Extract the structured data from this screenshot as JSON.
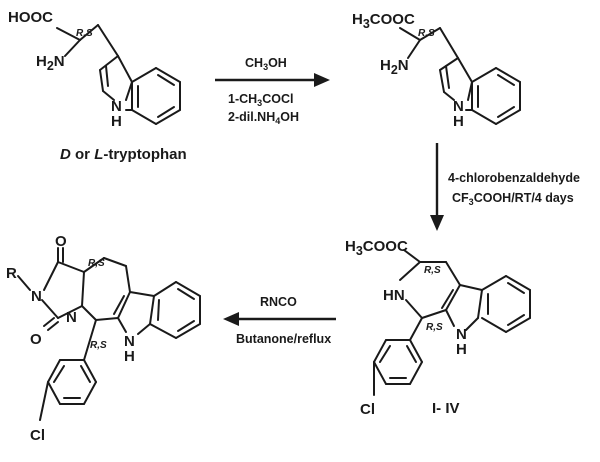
{
  "compounds": {
    "tryptophan": {
      "cooh": "HOOC",
      "nh2_h": "H",
      "nh2_n": "N",
      "nh2_sub": "2",
      "stereo": "R,S",
      "indole_nh_n": "N",
      "indole_nh_h": "H",
      "name_d": "D",
      "name_or": " or ",
      "name_l": "L",
      "name_rest": "-tryptophan"
    },
    "ester": {
      "h3": "H",
      "h3_sub": "3",
      "cooc": "COOC",
      "nh2_h": "H",
      "nh2_n": "N",
      "nh2_sub": "2",
      "stereo": "R,S",
      "indole_nh_n": "N",
      "indole_nh_h": "H"
    },
    "carboline": {
      "h3": "H",
      "h3_sub": "3",
      "cooc": "COOC",
      "stereo_top": "R,S",
      "stereo_bottom": "R,S",
      "hn": "HN",
      "nh_n": "N",
      "nh_h": "H",
      "cl": "Cl",
      "label": "I- IV"
    },
    "hydantoin": {
      "r": "R",
      "o_top": "O",
      "o_bottom": "O",
      "n1": "N",
      "n2": "N",
      "stereo_top": "R,S",
      "stereo_bottom": "R,S",
      "nh_n": "N",
      "nh_h": "H",
      "cl": "Cl"
    }
  },
  "reactions": {
    "step1": {
      "above_a": "CH",
      "above_sub": "3",
      "above_b": "OH",
      "below1_a": "1-CH",
      "below1_sub": "3",
      "below1_b": "COCl",
      "below2_a": "2-dil.NH",
      "below2_sub": "4",
      "below2_b": "OH"
    },
    "step2": {
      "line1": "4-chlorobenzaldehyde",
      "line2_a": "CF",
      "line2_sub": "3",
      "line2_b": "COOH/RT/4 days"
    },
    "step3": {
      "above": "RNCO",
      "below": "Butanone/reflux"
    }
  }
}
